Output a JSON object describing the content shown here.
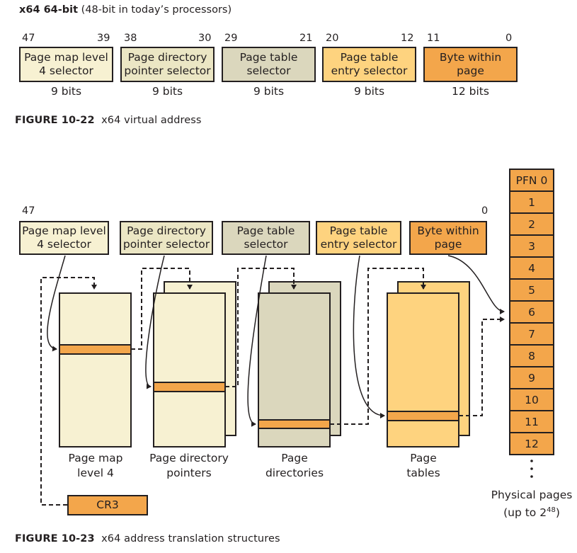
{
  "figure22": {
    "header_bold": "x64 64-bit",
    "header_rest": " (48-bit in today’s processors)",
    "bit_numbers": [
      "47",
      "39",
      "38",
      "30",
      "29",
      "21",
      "20",
      "12",
      "11",
      "0"
    ],
    "fields": [
      {
        "label": "Page map level 4 selector",
        "size": "9 bits",
        "color": "#f7f1d2"
      },
      {
        "label": "Page directory pointer selector",
        "size": "9 bits",
        "color": "#ebe6c4"
      },
      {
        "label": "Page table selector",
        "size": "9 bits",
        "color": "#dbd7bd"
      },
      {
        "label": "Page table entry selector",
        "size": "9 bits",
        "color": "#fed37f"
      },
      {
        "label": "Byte within page",
        "size": "12 bits",
        "color": "#f3a64b"
      }
    ],
    "caption_number": "FIGURE 10-22",
    "caption_text": "x64 virtual address"
  },
  "figure23": {
    "bit_high": "47",
    "bit_low": "0",
    "fields": [
      {
        "label": "Page map level 4 selector"
      },
      {
        "label": "Page directory pointer selector"
      },
      {
        "label": "Page table selector"
      },
      {
        "label": "Page table entry selector"
      },
      {
        "label": "Byte within page"
      }
    ],
    "structures": [
      {
        "label": "Page map level 4"
      },
      {
        "label": "Page directory pointers"
      },
      {
        "label": "Page directories"
      },
      {
        "label": "Page tables"
      }
    ],
    "cr3": "CR3",
    "pfn_cells": [
      "PFN 0",
      "1",
      "2",
      "3",
      "4",
      "5",
      "6",
      "7",
      "8",
      "9",
      "10",
      "11",
      "12"
    ],
    "physical_label": "Physical pages",
    "physical_range": "(up to 2",
    "physical_exp": "48",
    "physical_close": ")",
    "caption_number": "FIGURE 10-23",
    "caption_text": "x64 address translation structures"
  },
  "colors": {
    "pml4": "#f7f1d2",
    "pdp": "#ebe6c4",
    "pd": "#dbd7bd",
    "pte": "#fed37f",
    "byte": "#f3a64b",
    "outline": "#231f20"
  }
}
